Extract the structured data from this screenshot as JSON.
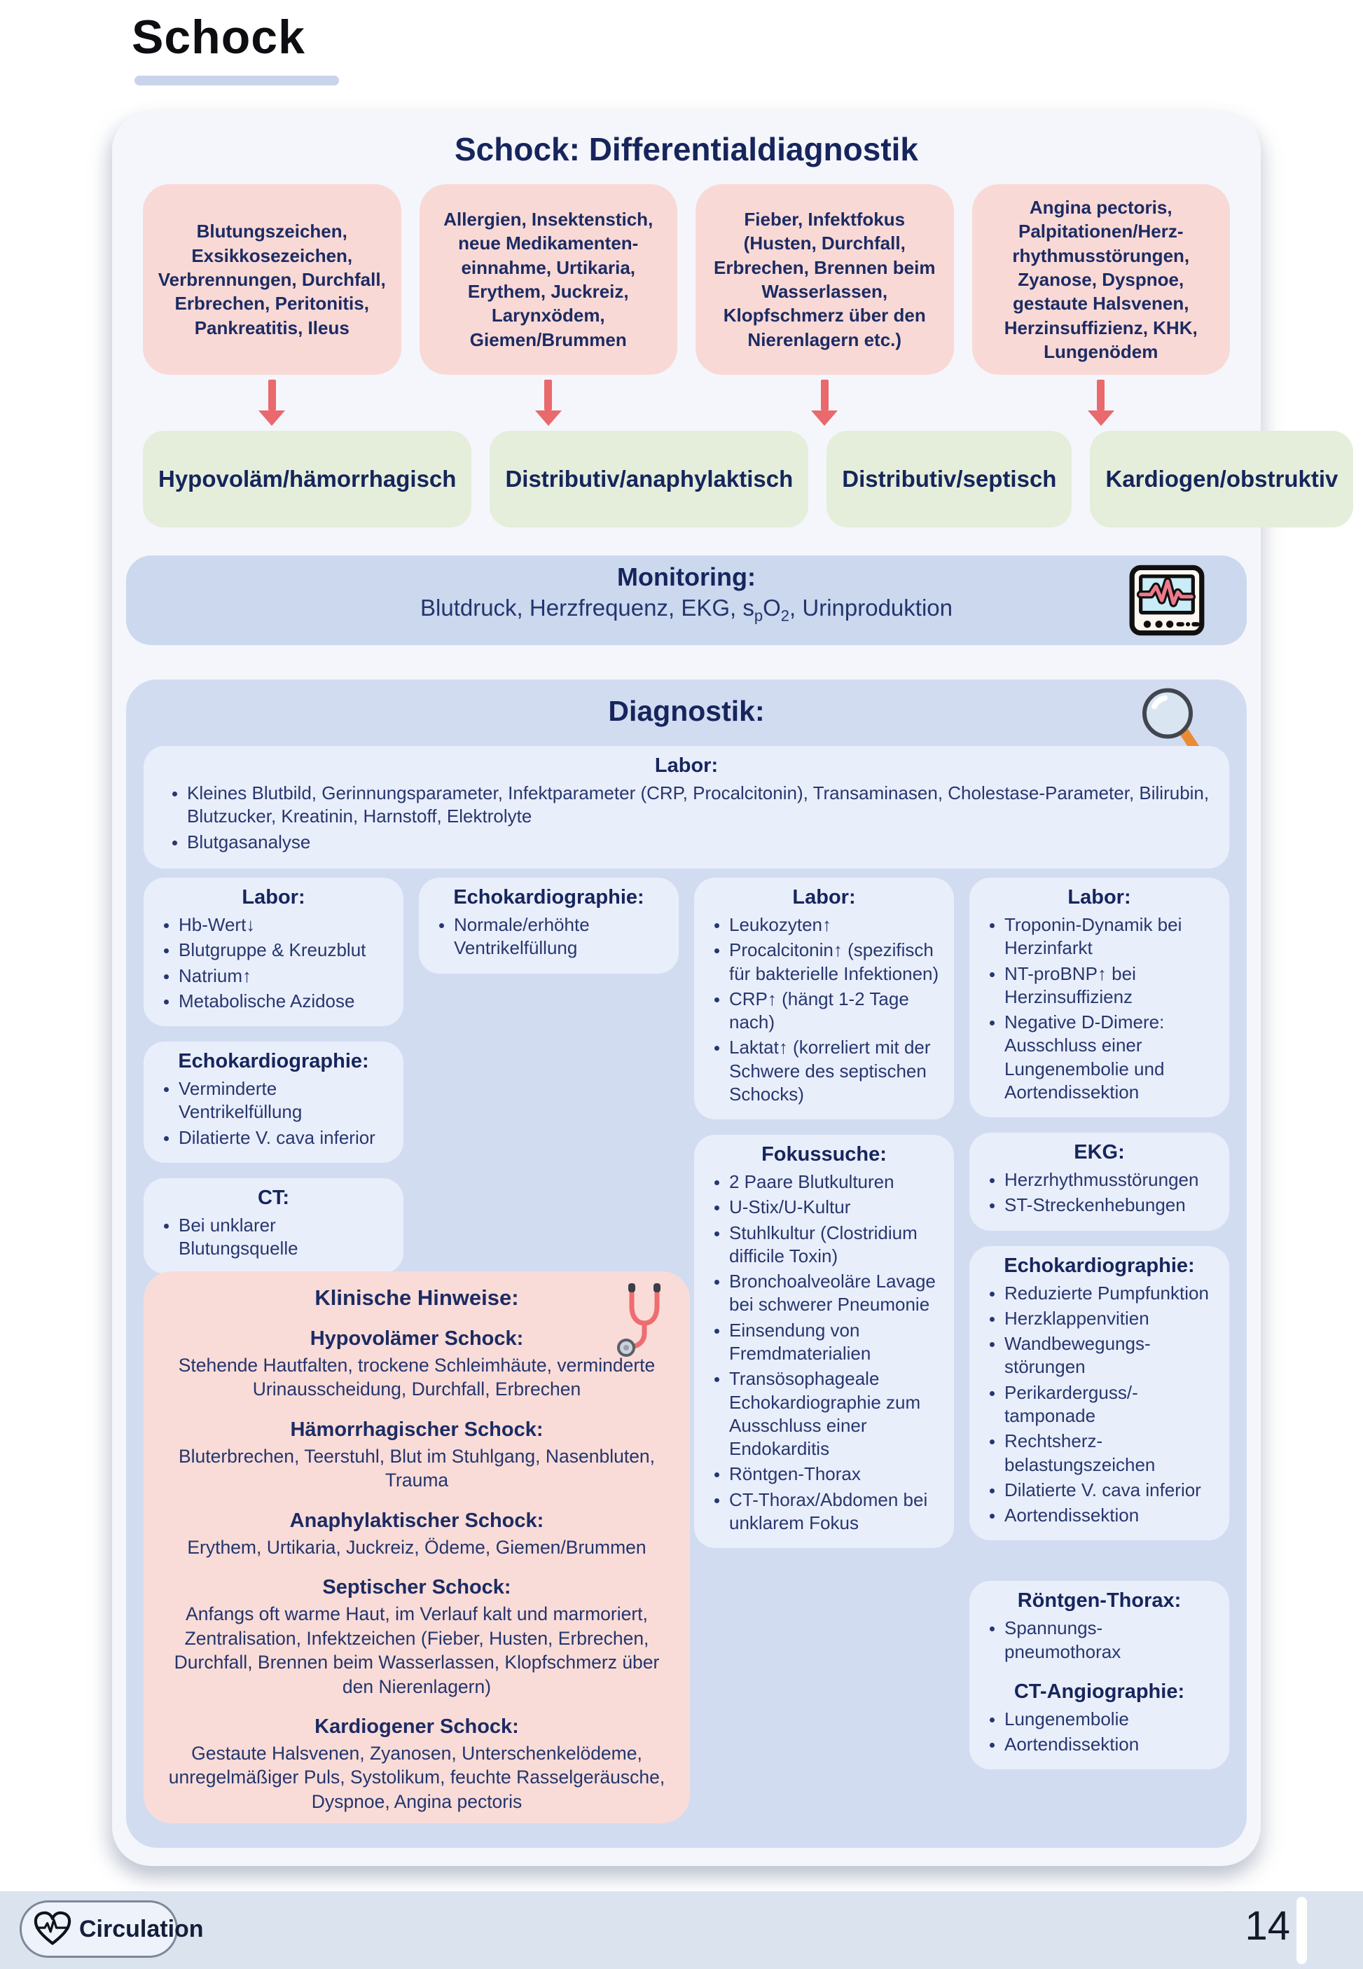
{
  "page": {
    "title": "Schock",
    "footer": {
      "label": "Circulation",
      "page_number": "14"
    }
  },
  "card": {
    "title": "Schock: Differentialdiagnostik"
  },
  "flow": {
    "causes": [
      "Blutungszeichen, Exsikkosezeichen, Verbrennungen, Durchfall, Erbrechen, Peritonitis, Pankreatitis, Ileus",
      "Allergien, Insektenstich, neue Medikamenten-einnahme, Urtikaria, Erythem, Juckreiz, Larynxödem, Giemen/Brummen",
      "Fieber, Infektfokus (Husten, Durchfall, Erbrechen, Brennen beim Wasserlassen, Klopfschmerz über den Nierenlagern etc.)",
      "Angina pectoris, Palpitationen/Herz-rhythmusstörungen, Zyanose, Dyspnoe, gestaute Halsvenen, Herzinsuffizienz, KHK, Lungenödem"
    ],
    "types": [
      "Hypovoläm/hämorrhagisch",
      "Distributiv/anaphylaktisch",
      "Distributiv/septisch",
      "Kardiogen/obstruktiv"
    ]
  },
  "monitoring": {
    "title": "Monitoring:",
    "parts": {
      "a": "Blutdruck, Herzfrequenz, EKG, s",
      "sub1": "p",
      "b": "O",
      "sub2": "2",
      "c": ", Urinproduktion"
    }
  },
  "diag": {
    "title": "Diagnostik:",
    "wide": {
      "title": "Labor:",
      "items": [
        "Kleines Blutbild, Gerinnungsparameter, Infektparameter (CRP, Procalcitonin), Transaminasen, Cholestase-Parameter, Bilirubin, Blutzucker, Kreatinin, Harnstoff, Elektrolyte",
        "Blutgasanalyse"
      ]
    },
    "col1": [
      {
        "title": "Labor:",
        "items": [
          "Hb-Wert↓",
          "Blutgruppe & Kreuzblut",
          "Natrium↑",
          "Metabolische Azidose"
        ]
      },
      {
        "title": "Echokardiographie:",
        "items": [
          "Verminderte Ventrikelfüllung",
          "Dilatierte V. cava inferior"
        ]
      },
      {
        "title": "CT:",
        "items": [
          "Bei unklarer Blutungsquelle"
        ]
      }
    ],
    "col2": [
      {
        "title": "Echokardiographie:",
        "items": [
          "Normale/erhöhte Ventrikelfüllung"
        ]
      }
    ],
    "col3": [
      {
        "title": "Labor:",
        "items": [
          "Leukozyten↑",
          "Procalcitonin↑ (spezifisch für bakterielle Infektionen)",
          "CRP↑ (hängt 1-2 Tage nach)",
          "Laktat↑ (korreliert mit der Schwere des septischen Schocks)"
        ]
      },
      {
        "title": "Fokussuche:",
        "items": [
          "2 Paare Blutkulturen",
          "U-Stix/U-Kultur",
          "Stuhlkultur (Clostridium difficile Toxin)",
          "Bronchoalveoläre Lavage bei schwerer Pneumonie",
          "Einsendung von Fremdmaterialien",
          "Transösophageale Echokardiographie zum Ausschluss einer Endokarditis",
          "Röntgen-Thorax",
          "CT-Thorax/Abdomen bei unklarem Fokus"
        ]
      }
    ],
    "col4": [
      {
        "title": "Labor:",
        "items": [
          "Troponin-Dynamik bei Herzinfarkt",
          "NT-proBNP↑ bei Herzinsuffizienz",
          "Negative D-Dimere: Ausschluss einer Lungenembolie und Aortendissektion"
        ]
      },
      {
        "title": "EKG:",
        "items": [
          "Herzrhythmusstörungen",
          "ST-Streckenhebungen"
        ]
      },
      {
        "title": "Echokardiographie:",
        "items": [
          "Reduzierte Pumpfunktion",
          "Herzklappenvitien",
          "Wandbewegungs-störungen",
          "Perikarderguss/-tamponade",
          "Rechtsherz-belastungszeichen",
          "Dilatierte V. cava inferior",
          "Aortendissektion"
        ]
      }
    ],
    "imaging": {
      "sections": [
        {
          "title": "Röntgen-Thorax:",
          "items": [
            "Spannungs-pneumothorax"
          ]
        },
        {
          "title": "CT-Angiographie:",
          "items": [
            "Lungenembolie",
            "Aortendissektion"
          ]
        }
      ]
    }
  },
  "hints": {
    "title": "Klinische Hinweise:",
    "sections": [
      {
        "heading": "Hypovolämer Schock:",
        "text": "Stehende Hautfalten, trockene Schleimhäute, verminderte Urinausscheidung, Durchfall, Erbrechen"
      },
      {
        "heading": "Hämorrhagischer Schock:",
        "text": "Bluterbrechen, Teerstuhl, Blut im Stuhlgang, Nasenbluten, Trauma"
      },
      {
        "heading": "Anaphylaktischer Schock:",
        "text": "Erythem, Urtikaria, Juckreiz, Ödeme, Giemen/Brummen"
      },
      {
        "heading": "Septischer Schock:",
        "text": "Anfangs oft warme Haut, im Verlauf kalt und marmoriert, Zentralisation, Infektzeichen (Fieber, Husten, Erbrechen, Durchfall, Brennen beim Wasserlassen, Klopfschmerz über den Nierenlagern)"
      },
      {
        "heading": "Kardiogener Schock:",
        "text": "Gestaute Halsvenen, Zyanosen, Unterschenkelödeme, unregelmäßiger Puls, Systolikum, feuchte Rasselgeräusche, Dyspnoe, Angina pectoris"
      }
    ]
  },
  "colors": {
    "accent_red": "#e9696c",
    "pink_box": "#f9d9d6",
    "green_box": "#e4eeda",
    "monitoring_bar": "#cbd8ee",
    "diag_panel": "#d2dcf1",
    "inner_box": "#e9eefb",
    "navy": "#16255c"
  }
}
